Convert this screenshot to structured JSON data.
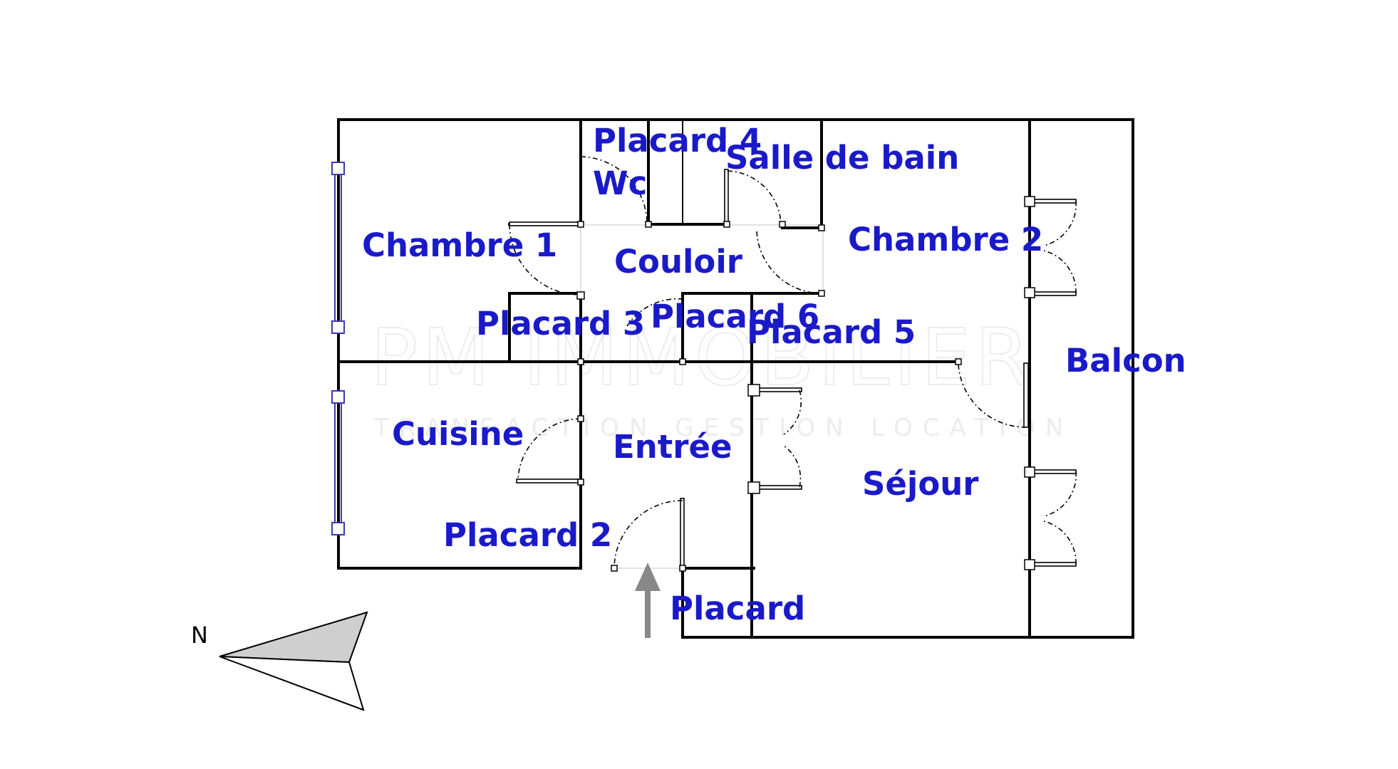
{
  "watermark": {
    "brand": "PM IMMOBILIER",
    "tagline": "TRANSACTION GESTION LOCATION"
  },
  "compass": {
    "label": "N"
  },
  "rooms": {
    "placard4": "Placard 4",
    "wc": "Wc",
    "salle_de_bain": "Salle de bain",
    "chambre1": "Chambre 1",
    "couloir": "Couloir",
    "chambre2": "Chambre 2",
    "placard3": "Placard 3",
    "placard6": "Placard 6",
    "placard5": "Placard 5",
    "balcon": "Balcon",
    "cuisine": "Cuisine",
    "entree": "Entrée",
    "sejour": "Séjour",
    "placard2": "Placard 2",
    "placard": "Placard"
  },
  "colors": {
    "label": "#1a1ac8",
    "wall": "#000000",
    "window": "#3b3bb0",
    "entrance_arrow": "#888888",
    "compass_fill": "#cfcfcf"
  },
  "icons": {
    "entrance": "up-arrow-icon",
    "north": "compass-arrow-icon"
  }
}
